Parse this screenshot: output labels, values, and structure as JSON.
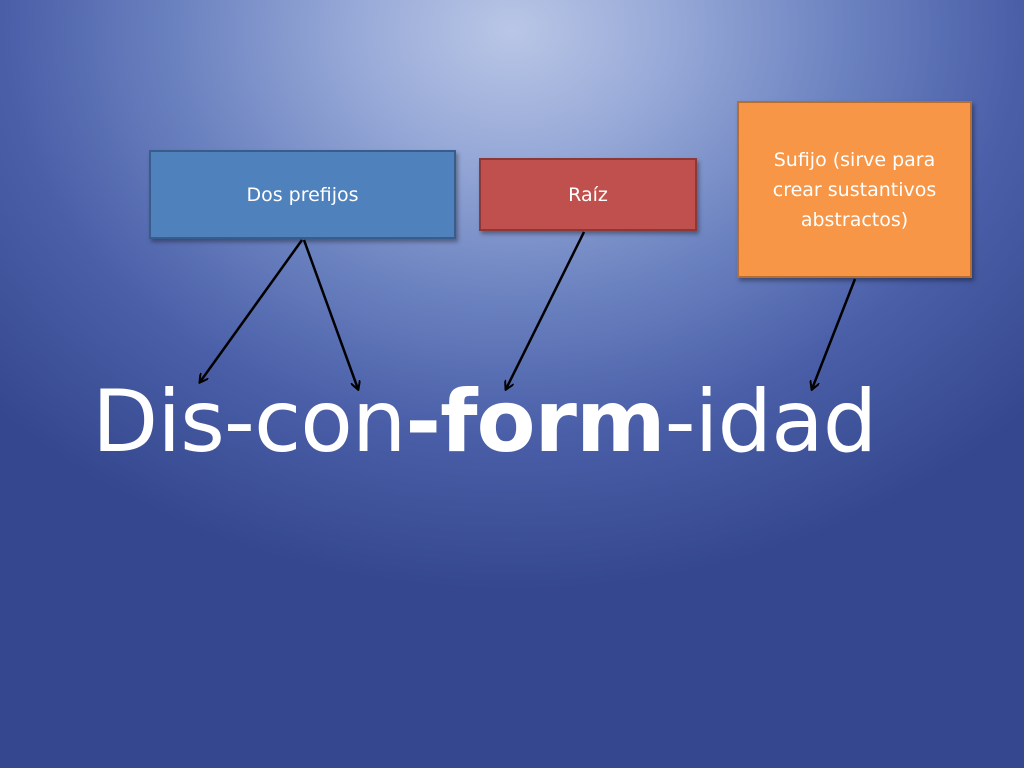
{
  "labels": {
    "prefixes": "Dos prefijos",
    "root": "Raíz",
    "suffix": "Sufijo (sirve para crear sustantivos abstractos)"
  },
  "word": {
    "part1": "Dis-con",
    "part2": "-form",
    "part3": "-idad"
  },
  "colors": {
    "prefix_box": "#4f81bd",
    "root_box": "#c0504d",
    "suffix_box": "#f79646",
    "arrow": "#000000"
  }
}
